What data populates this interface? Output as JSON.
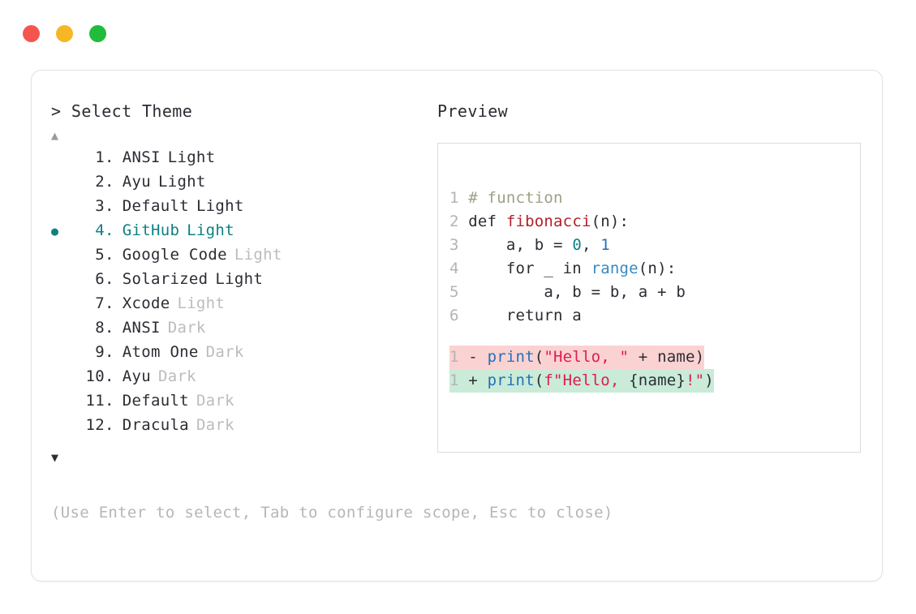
{
  "window": {
    "dots": [
      {
        "name": "close-dot",
        "color": "#f4564f"
      },
      {
        "name": "minimize-dot",
        "color": "#f6b726"
      },
      {
        "name": "maximize-dot",
        "color": "#21bc3b"
      }
    ]
  },
  "colors": {
    "accent_teal": "#0f8080",
    "muted_text": "#bcbcbf",
    "body_text": "#2b2d33",
    "hint_text": "#b6b6ba",
    "card_border": "#e2e2e4",
    "panel_border": "#dcdcde",
    "diff_delete_bg": "#fbd2d2",
    "diff_add_bg": "#c9ebd8"
  },
  "picker": {
    "prompt_symbol": ">",
    "header": "> Select Theme",
    "scroll_up_glyph": "▲",
    "scroll_down_glyph": "▼",
    "selected_index": 4,
    "selected_bullet": "●",
    "items": [
      {
        "index": "1",
        "dot": ".",
        "name": "ANSI",
        "variant": "Light",
        "variant_muted": false,
        "selected": false
      },
      {
        "index": "2",
        "dot": ".",
        "name": "Ayu",
        "variant": "Light",
        "variant_muted": false,
        "selected": false
      },
      {
        "index": "3",
        "dot": ".",
        "name": "Default",
        "variant": "Light",
        "variant_muted": false,
        "selected": false
      },
      {
        "index": "4",
        "dot": ".",
        "name": "GitHub",
        "variant": "Light",
        "variant_muted": false,
        "selected": true
      },
      {
        "index": "5",
        "dot": ".",
        "name": "Google Code",
        "variant": "Light",
        "variant_muted": true,
        "selected": false
      },
      {
        "index": "6",
        "dot": ".",
        "name": "Solarized",
        "variant": "Light",
        "variant_muted": false,
        "selected": false
      },
      {
        "index": "7",
        "dot": ".",
        "name": "Xcode",
        "variant": "Light",
        "variant_muted": true,
        "selected": false
      },
      {
        "index": "8",
        "dot": ".",
        "name": "ANSI",
        "variant": "Dark",
        "variant_muted": true,
        "selected": false
      },
      {
        "index": "9",
        "dot": ".",
        "name": "Atom One",
        "variant": "Dark",
        "variant_muted": true,
        "selected": false
      },
      {
        "index": "10",
        "dot": ".",
        "name": "Ayu",
        "variant": "Dark",
        "variant_muted": true,
        "selected": false
      },
      {
        "index": "11",
        "dot": ".",
        "name": "Default",
        "variant": "Dark",
        "variant_muted": true,
        "selected": false
      },
      {
        "index": "12",
        "dot": ".",
        "name": "Dracula",
        "variant": "Dark",
        "variant_muted": true,
        "selected": false
      }
    ],
    "footer_hint": "(Use Enter to select, Tab to configure scope, Esc to close)"
  },
  "preview": {
    "header": "Preview",
    "code": {
      "lines": [
        {
          "ln": "1",
          "tokens": [
            {
              "t": "# function",
              "c": "tk-comment"
            }
          ]
        },
        {
          "ln": "2",
          "tokens": [
            {
              "t": "def ",
              "c": "tk-keyword"
            },
            {
              "t": "fibonacci",
              "c": "tk-func"
            },
            {
              "t": "(n):",
              "c": "tk-punct"
            }
          ]
        },
        {
          "ln": "3",
          "tokens": [
            {
              "t": "    a, b = ",
              "c": "tk-plain"
            },
            {
              "t": "0",
              "c": "tk-num-0"
            },
            {
              "t": ", ",
              "c": "tk-plain"
            },
            {
              "t": "1",
              "c": "tk-num-1"
            }
          ]
        },
        {
          "ln": "4",
          "tokens": [
            {
              "t": "    for _ in ",
              "c": "tk-plain"
            },
            {
              "t": "range",
              "c": "tk-builtin"
            },
            {
              "t": "(n):",
              "c": "tk-punct"
            }
          ]
        },
        {
          "ln": "5",
          "tokens": [
            {
              "t": "        a, b = b, a + b",
              "c": "tk-plain"
            }
          ]
        },
        {
          "ln": "6",
          "tokens": [
            {
              "t": "    return a",
              "c": "tk-plain"
            }
          ]
        }
      ],
      "diff": [
        {
          "ln": "1",
          "mark": "-",
          "kind": "delete",
          "tokens": [
            {
              "t": "print",
              "c": "tk-call"
            },
            {
              "t": "(",
              "c": "tk-punct"
            },
            {
              "t": "\"Hello, \"",
              "c": "tk-string"
            },
            {
              "t": " + name)",
              "c": "tk-plain"
            }
          ]
        },
        {
          "ln": "1",
          "mark": "+",
          "kind": "add",
          "tokens": [
            {
              "t": "print",
              "c": "tk-call"
            },
            {
              "t": "(",
              "c": "tk-punct"
            },
            {
              "t": "f\"Hello, ",
              "c": "tk-string"
            },
            {
              "t": "{name}",
              "c": "tk-plain"
            },
            {
              "t": "!\"",
              "c": "tk-string"
            },
            {
              "t": ")",
              "c": "tk-punct"
            }
          ]
        }
      ]
    }
  }
}
